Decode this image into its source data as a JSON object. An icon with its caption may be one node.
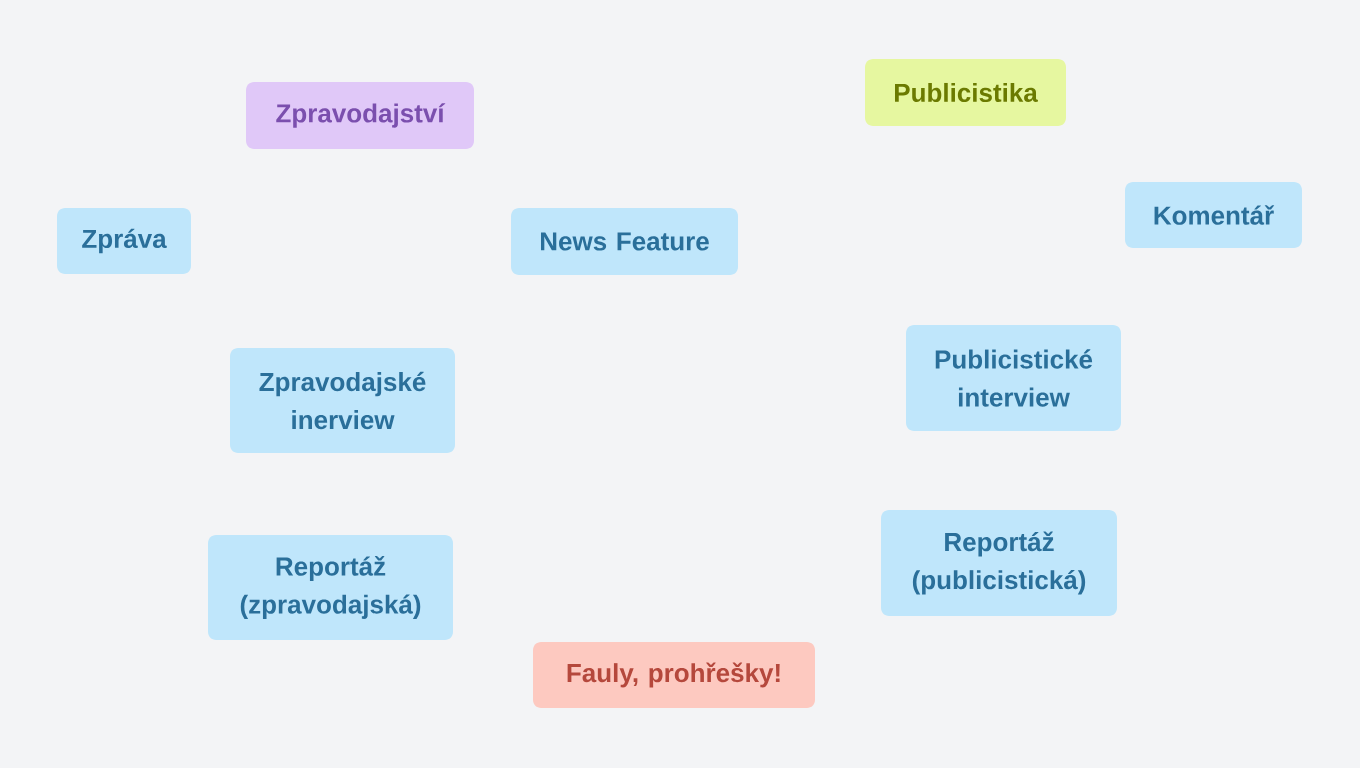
{
  "diagram": {
    "nodes": [
      {
        "text": [
          "Zpravodajství"
        ]
      },
      {
        "text": [
          "Publicistika"
        ]
      },
      {
        "text": [
          "Zpráva"
        ]
      },
      {
        "text": [
          "News Feature"
        ]
      },
      {
        "text": [
          "Komentář"
        ]
      },
      {
        "text": [
          "Zpravodajské inerview"
        ]
      },
      {
        "text": [
          "Publicistické interview"
        ]
      },
      {
        "text": [
          "Reportáž (zpravodajská)"
        ]
      },
      {
        "text": [
          "Reportáž (publicistická)"
        ]
      },
      {
        "text": [
          "Fauly, prohřešky!"
        ]
      }
    ]
  }
}
